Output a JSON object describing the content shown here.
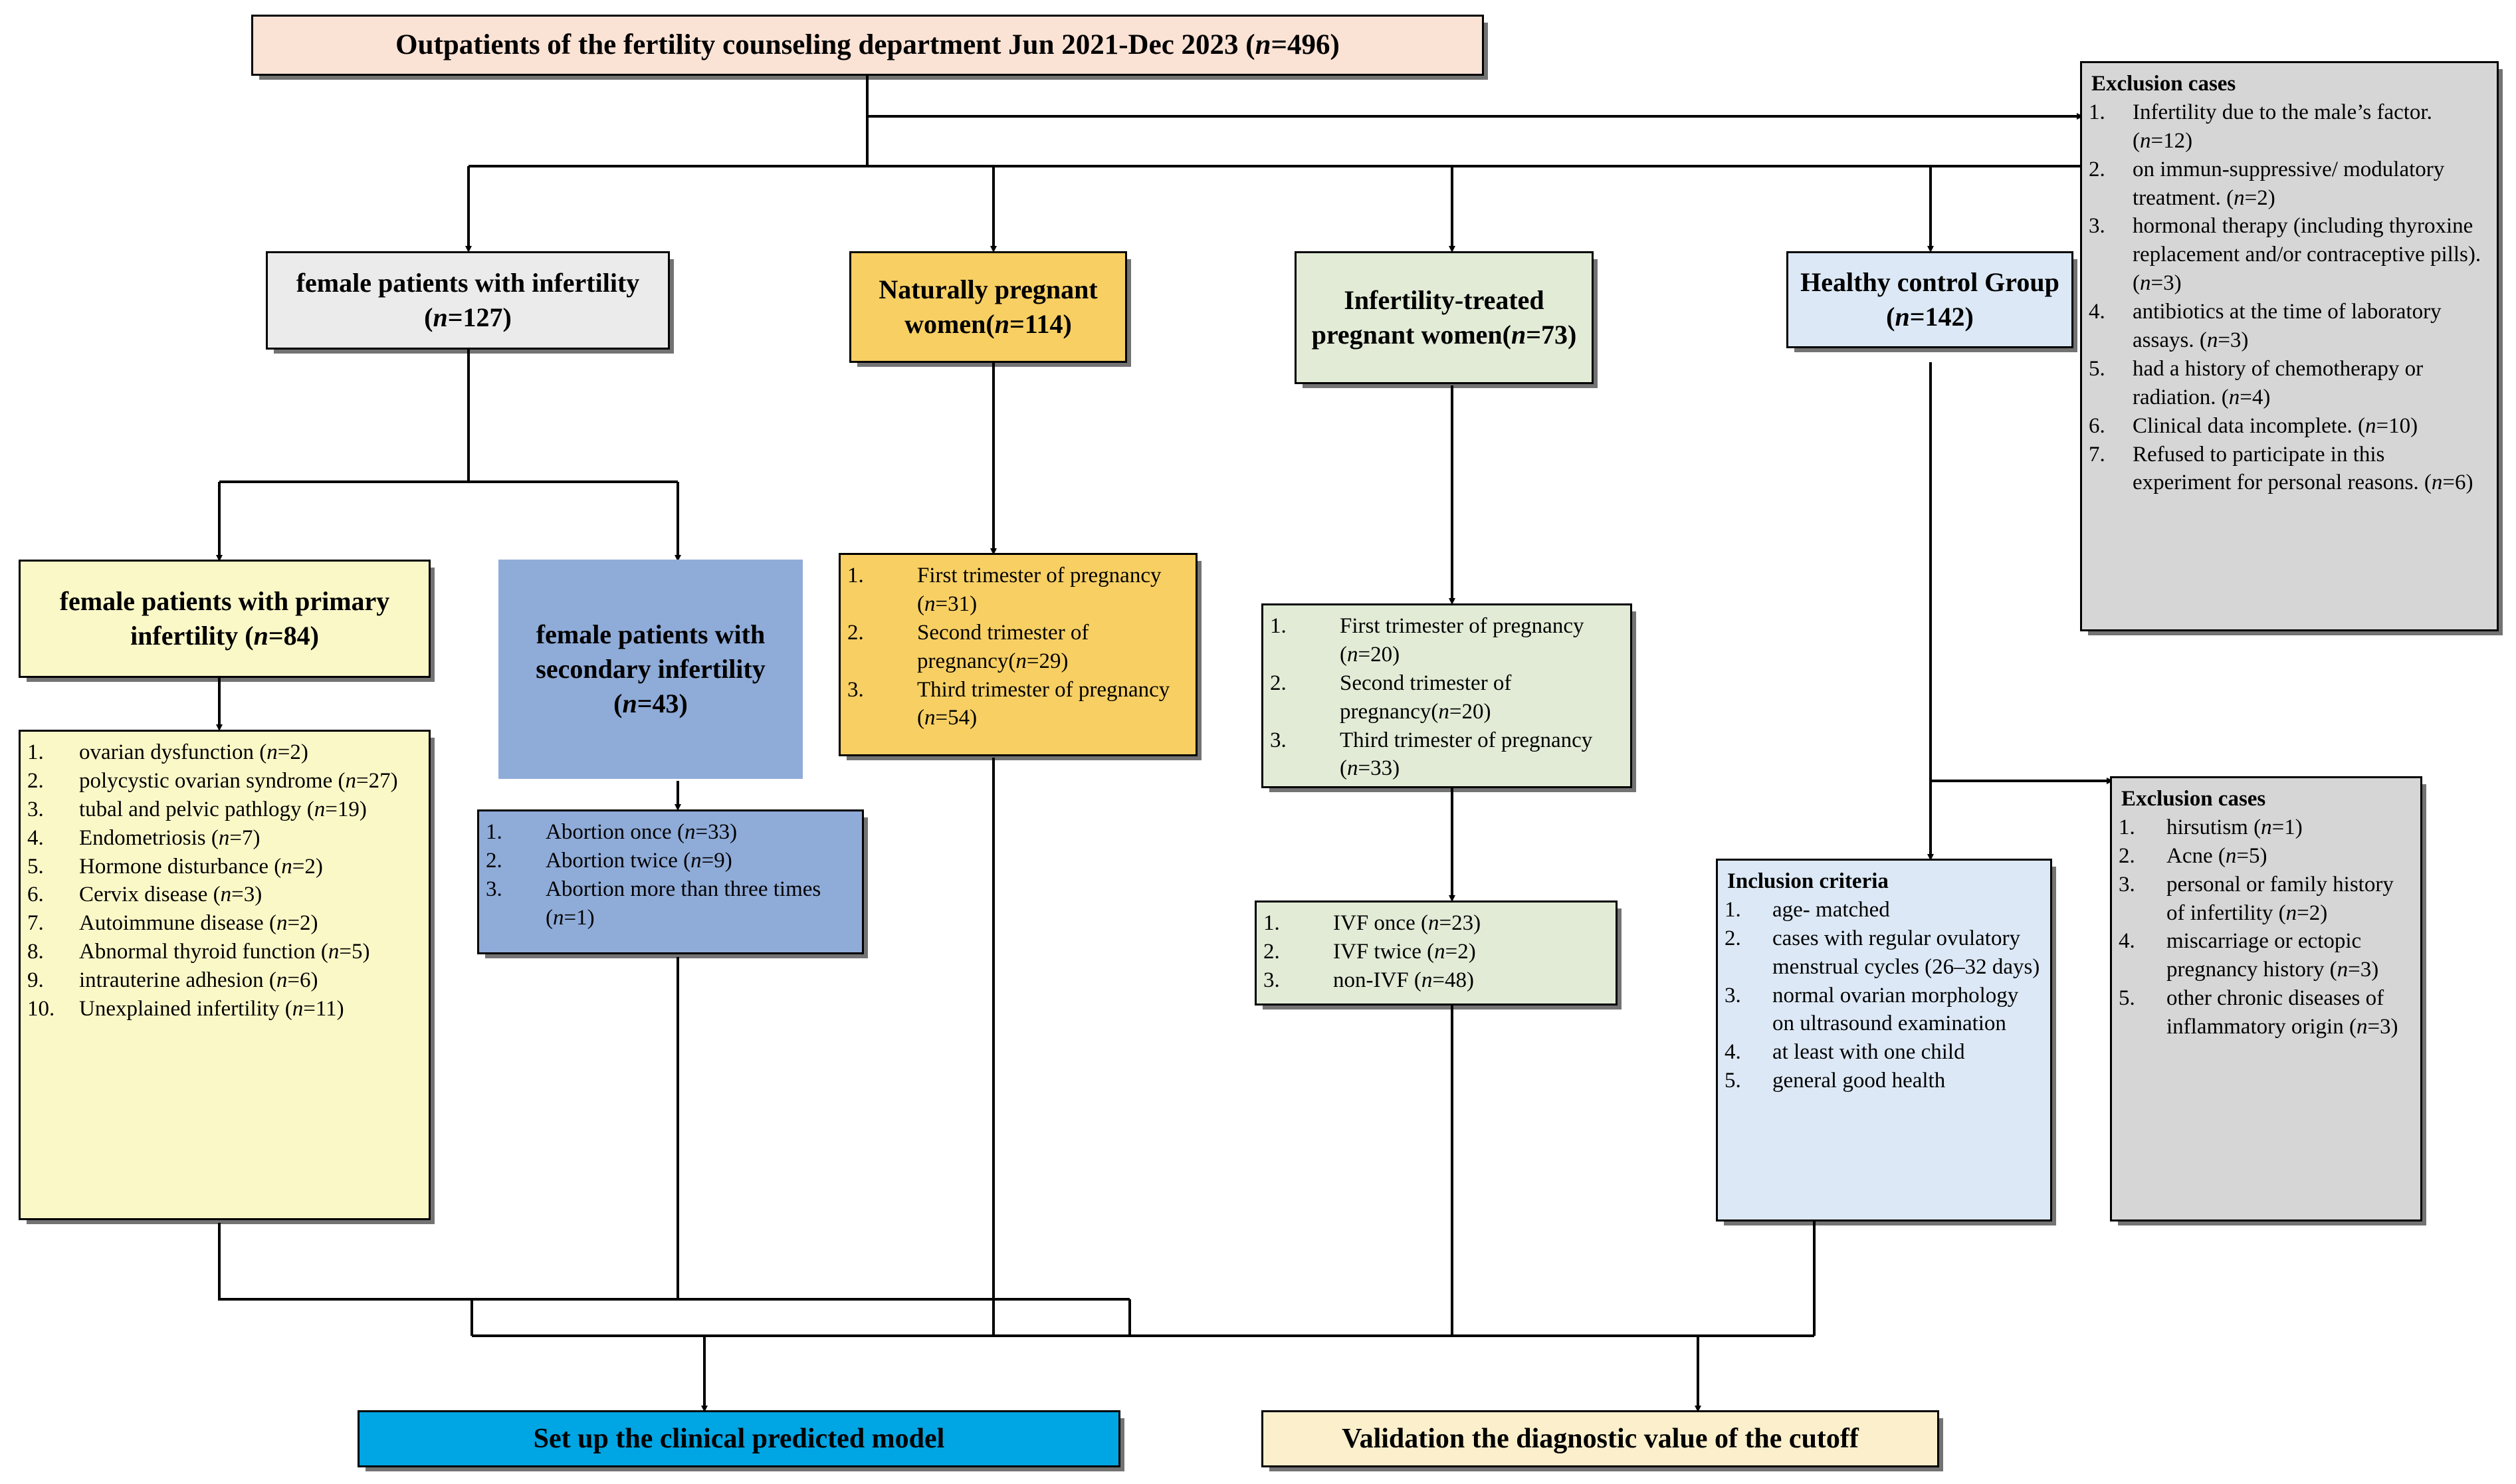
{
  "colors": {
    "root_fill": "#fae2d5",
    "grey_fill": "#ebebeb",
    "orange_fill": "#f7cf63",
    "green_fill": "#e2ebd6",
    "lightblue_fill": "#dce8f5",
    "pale_yellow_fill": "#fbf8c8",
    "blue_fill": "#8fabd8",
    "exclusion_fill": "#d6d6d6",
    "cyan_fill": "#00a5e3",
    "cream_fill": "#fbefcc",
    "border": "#000000"
  },
  "root": {
    "label": "Outpatients of the fertility counseling department Jun 2021-Dec 2023 (n=496)"
  },
  "groups": {
    "infertility": {
      "label": "female patients with infertility (n=127)"
    },
    "natural": {
      "label": "Naturally pregnant women(n=114)"
    },
    "treated": {
      "label": "Infertility-treated pregnant women(n=73)"
    },
    "control": {
      "label": "Healthy control Group (n=142)"
    }
  },
  "subgroups": {
    "primary": {
      "label": "female patients with primary infertility (n=84)"
    },
    "secondary": {
      "label": "female patients with secondary infertility (n=43)"
    }
  },
  "primary_causes": {
    "items": [
      {
        "num": "1.",
        "text": "ovarian dysfunction (n=2)"
      },
      {
        "num": "2.",
        "text": "polycystic ovarian syndrome (n=27)"
      },
      {
        "num": "3.",
        "text": "tubal and pelvic pathlogy (n=19)"
      },
      {
        "num": "4.",
        "text": "Endometriosis (n=7)"
      },
      {
        "num": "5.",
        "text": "Hormone disturbance (n=2)"
      },
      {
        "num": "6.",
        "text": "Cervix disease (n=3)"
      },
      {
        "num": "7.",
        "text": "Autoimmune disease (n=2)"
      },
      {
        "num": "8.",
        "text": "Abnormal thyroid function (n=5)"
      },
      {
        "num": "9.",
        "text": "intrauterine adhesion (n=6)"
      },
      {
        "num": "10.",
        "text": "Unexplained infertility (n=11)"
      }
    ]
  },
  "abortion": {
    "items": [
      {
        "num": "1.",
        "text": "Abortion once (n=33)"
      },
      {
        "num": "2.",
        "text": "Abortion twice (n=9)"
      },
      {
        "num": "3.",
        "text": "Abortion more than three times (n=1)"
      }
    ]
  },
  "natural_trimesters": {
    "items": [
      {
        "num": "1.",
        "text": "First trimester of pregnancy (n=31)"
      },
      {
        "num": "2.",
        "text": "Second trimester of pregnancy(n=29)"
      },
      {
        "num": "3.",
        "text": "Third trimester of pregnancy (n=54)"
      }
    ]
  },
  "treated_trimesters": {
    "items": [
      {
        "num": "1.",
        "text": "First trimester of pregnancy (n=20)"
      },
      {
        "num": "2.",
        "text": "Second trimester of pregnancy(n=20)"
      },
      {
        "num": "3.",
        "text": "Third trimester of pregnancy (n=33)"
      }
    ]
  },
  "ivf": {
    "items": [
      {
        "num": "1.",
        "text": "IVF once (n=23)"
      },
      {
        "num": "2.",
        "text": "IVF twice (n=2)"
      },
      {
        "num": "3.",
        "text": "non-IVF (n=48)"
      }
    ]
  },
  "inclusion_criteria": {
    "title": "Inclusion criteria",
    "items": [
      {
        "num": "1.",
        "text": "age- matched"
      },
      {
        "num": "2.",
        "text": " cases with regular ovulatory menstrual cycles (26–32 days)"
      },
      {
        "num": "3.",
        "text": "normal ovarian morphology on ultrasound examination"
      },
      {
        "num": "4.",
        "text": "at least with one child"
      },
      {
        "num": "5.",
        "text": "general good health"
      }
    ]
  },
  "exclusion_top": {
    "title": "Exclusion cases",
    "items": [
      {
        "num": "1.",
        "text": "Infertility due to the male’s factor. (n=12)"
      },
      {
        "num": "2.",
        "text": "on immun-suppressive/ modulatory treatment. (n=2)"
      },
      {
        "num": "3.",
        "text": "hormonal therapy (including thyroxine replacement and/or contraceptive pills). (n=3)"
      },
      {
        "num": "4.",
        "text": "antibiotics at the time of laboratory assays. (n=3)"
      },
      {
        "num": "5.",
        "text": "had a history of chemotherapy or radiation. (n=4)"
      },
      {
        "num": "6.",
        "text": "Clinical data incomplete. (n=10)"
      },
      {
        "num": "7.",
        "text": "Refused  to participate in this experiment for personal reasons. (n=6)"
      }
    ]
  },
  "exclusion_bottom": {
    "title": "Exclusion cases",
    "items": [
      {
        "num": "1.",
        "text": "hirsutism (n=1)"
      },
      {
        "num": "2.",
        "text": "Acne (n=5)"
      },
      {
        "num": "3.",
        "text": "personal or family history of infertility (n=2)"
      },
      {
        "num": "4.",
        "text": "miscarriage or ectopic pregnancy history (n=3)"
      },
      {
        "num": "5.",
        "text": "other chronic diseases of inflammatory origin (n=3)"
      }
    ]
  },
  "outcomes": {
    "model": "Set up the clinical predicted model",
    "validation": "Validation the diagnostic value of the cutoff"
  }
}
